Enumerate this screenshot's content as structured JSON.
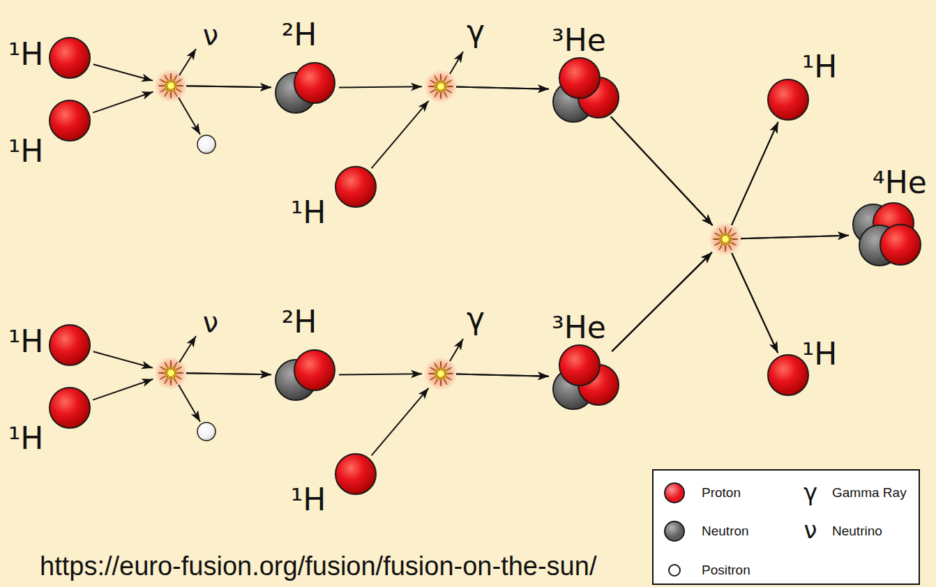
{
  "diagram": {
    "nodes": [
      {
        "text": [
          "¹H"
        ]
      },
      {
        "text": [
          "¹H"
        ]
      },
      {
        "text": [
          "²H"
        ]
      },
      {
        "text": [
          "¹H"
        ]
      },
      {
        "text": [
          "³He"
        ]
      },
      {
        "text": [
          "¹H"
        ]
      },
      {
        "text": [
          "¹H"
        ]
      },
      {
        "text": [
          "²H"
        ]
      },
      {
        "text": [
          "¹H"
        ]
      },
      {
        "text": [
          "³He"
        ]
      },
      {
        "text": [
          "¹H"
        ]
      },
      {
        "text": [
          "⁴He"
        ]
      },
      {
        "text": [
          "¹H"
        ]
      }
    ],
    "edges": [
      {
        "from": 0,
        "to": 2,
        "arrow": "to"
      },
      {
        "from": 1,
        "to": 2,
        "arrow": "to"
      },
      {
        "from": 2,
        "to": 4,
        "arrow": "to"
      },
      {
        "from": 3,
        "to": 4,
        "arrow": "to"
      },
      {
        "from": 5,
        "to": 7,
        "arrow": "to"
      },
      {
        "from": 6,
        "to": 7,
        "arrow": "to"
      },
      {
        "from": 7,
        "to": 9,
        "arrow": "to"
      },
      {
        "from": 8,
        "to": 9,
        "arrow": "to"
      },
      {
        "from": 4,
        "to": 10,
        "arrow": "to"
      },
      {
        "from": 4,
        "to": 11,
        "arrow": "to"
      },
      {
        "from": 4,
        "to": 12,
        "arrow": "to"
      },
      {
        "from": 9,
        "to": 10,
        "arrow": "to"
      },
      {
        "from": 9,
        "to": 11,
        "arrow": "to"
      },
      {
        "from": 9,
        "to": 12,
        "arrow": "to"
      }
    ],
    "labels": [
      "ν",
      "γ",
      "ν",
      "γ",
      "γ",
      "ν",
      "https://euro-fusion.org/fusion/fusion-on-the-sun/"
    ],
    "legend": [
      {
        "text": "Proton",
        "color": "#e8141c"
      },
      {
        "text": "Neutron",
        "color": "#5e5e5e"
      },
      {
        "text": "Positron",
        "color": "#ffffff"
      },
      {
        "text": "Gamma Ray"
      },
      {
        "text": "Neutrino"
      }
    ]
  }
}
